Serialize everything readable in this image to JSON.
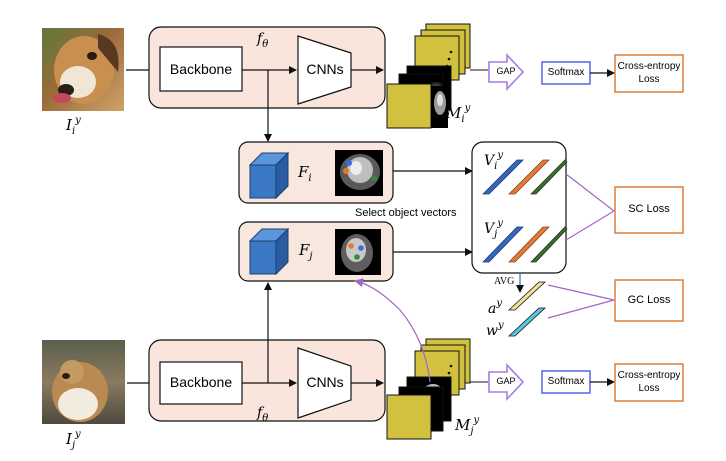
{
  "pipeline_top": {
    "module_label": "f",
    "module_sub": "θ",
    "backbone_label": "Backbone",
    "cnn_label": "CNNs",
    "input_label": "I",
    "input_sub": "i",
    "input_sup": "y",
    "mask_label": "M",
    "mask_sub": "i",
    "mask_sup": "y"
  },
  "pipeline_bottom": {
    "module_label": "f",
    "module_sub": "θ",
    "backbone_label": "Backbone",
    "cnn_label": "CNNs",
    "input_label": "I",
    "input_sub": "j",
    "input_sup": "y",
    "mask_label": "M",
    "mask_sub": "j",
    "mask_sup": "y"
  },
  "features": {
    "fi_label": "F",
    "fi_sub": "i",
    "fj_label": "F",
    "fj_sub": "j",
    "select_caption": "Select object vectors",
    "vi_label": "V",
    "vi_sub": "i",
    "vi_sup": "y",
    "vj_label": "V",
    "vj_sub": "j",
    "vj_sup": "y",
    "avg_label": "AVG",
    "a_label": "a",
    "a_sup": "y",
    "w_label": "w",
    "w_sup": "y"
  },
  "heads": {
    "gap_label": "GAP",
    "softmax_label": "Softmax",
    "ce_loss_line1": "Cross-entropy",
    "ce_loss_line2": "Loss",
    "sc_loss": "SC Loss",
    "gc_loss": "GC Loss"
  },
  "colors": {
    "module_fill": "#f9e5dc",
    "feature_box_fill": "#f8e7de",
    "mask_yellow": "#d1c13e",
    "cube_blue": "#3a78c4",
    "gap_purple": "#a57de6",
    "softmax_border": "#4c5be0",
    "loss_border": "#d9782e",
    "bar_blue": "#3467c1",
    "bar_orange": "#e07b36",
    "bar_green": "#3f6b2f",
    "bar_yellow": "#f2e094",
    "bar_cyan": "#59c7e3",
    "arrow_purple": "#a266c8"
  }
}
